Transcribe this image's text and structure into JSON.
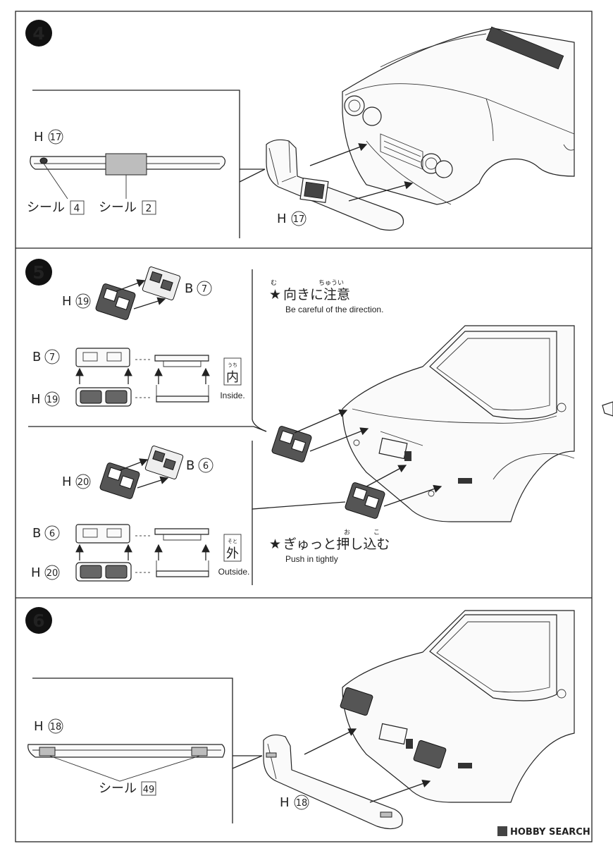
{
  "steps": [
    {
      "number": "4",
      "part_label": "H",
      "part_num": "17",
      "decal_label_a": "シール",
      "decal_num_a": "4",
      "decal_label_b": "シール",
      "decal_num_b": "2",
      "callout_part": "H",
      "callout_num": "17"
    },
    {
      "number": "5",
      "upper": {
        "lens_label": "H",
        "lens_num": "19",
        "housing_label": "B",
        "housing_num": "7",
        "side_kanji": "内",
        "side_ruby": "うち",
        "side_en": "Inside."
      },
      "lower": {
        "lens_label": "H",
        "lens_num": "20",
        "housing_label": "B",
        "housing_num": "6",
        "side_kanji": "外",
        "side_ruby": "そと",
        "side_en": "Outside."
      },
      "note1_star": "★",
      "note1_jp": "向きに注意",
      "note1_ruby_a": "む",
      "note1_ruby_b": "ちゅうい",
      "note1_en": "Be careful of the direction.",
      "note2_star": "★",
      "note2_jp": "ぎゅっと押し込む",
      "note2_ruby_a": "お",
      "note2_ruby_b": "こ",
      "note2_en": "Push in tightly"
    },
    {
      "number": "6",
      "part_label": "H",
      "part_num": "18",
      "decal_label": "シール",
      "decal_num": "49",
      "callout_part": "H",
      "callout_num": "18"
    }
  ],
  "watermark": "HOBBY SEARCH"
}
